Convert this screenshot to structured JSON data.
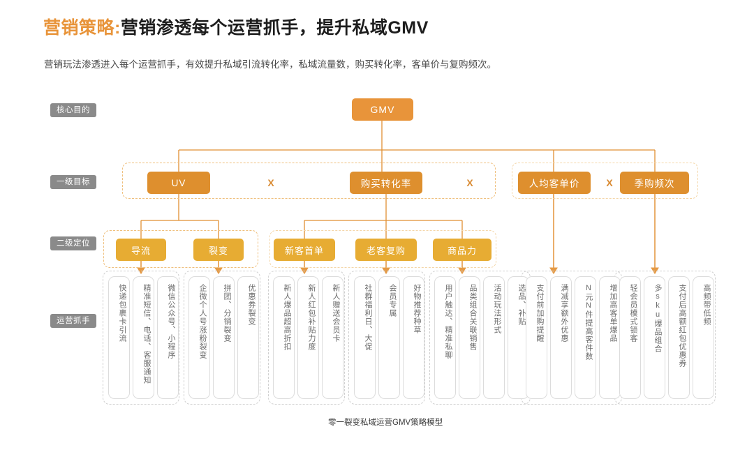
{
  "header": {
    "title_accent": "营销策略:",
    "title_main": "营销渗透每个运营抓手，提升私域GMV",
    "subtitle": "营销玩法渗透进入每个运营抓手，有效提升私域引流转化率，私域流量数，购买转化率，客单价与复购频次。"
  },
  "row_labels": [
    {
      "label": "核心目的"
    },
    {
      "label": "一级目标"
    },
    {
      "label": "二级定位"
    },
    {
      "label": "运营抓手"
    }
  ],
  "root": {
    "label": "GMV"
  },
  "multipliers": {
    "m1": "X",
    "m2": "X",
    "m3": "X"
  },
  "level1": [
    {
      "label": "UV"
    },
    {
      "label": "购买转化率"
    },
    {
      "label": "人均客单价"
    },
    {
      "label": "季购频次"
    }
  ],
  "level2": [
    {
      "label": "导流"
    },
    {
      "label": "裂变"
    },
    {
      "label": "新客首单"
    },
    {
      "label": "老客复购"
    },
    {
      "label": "商品力"
    }
  ],
  "tactics": [
    {
      "group": "导流",
      "items": [
        "快递包裹卡引流",
        "精准短信、电话、客服通知",
        "微信公众号、小程序"
      ]
    },
    {
      "group": "裂变",
      "items": [
        "企微个人号涨粉裂变",
        "拼团、分销裂变",
        "优惠券裂变"
      ]
    },
    {
      "group": "新客首单",
      "items": [
        "新人爆品超高折扣",
        "新人红包补贴力度",
        "新人赠送会员卡"
      ]
    },
    {
      "group": "老客复购",
      "items": [
        "社群福利日、大促",
        "会员专属",
        "好物推荐种草"
      ]
    },
    {
      "group": "商品力",
      "items": [
        "用户触达、精准私聊",
        "品类组合关联销售",
        "活动玩法形式",
        "选品、补贴"
      ]
    },
    {
      "group": "人均客单价",
      "items": [
        "支付前加购提醒",
        "满减享额外优惠",
        "N元N件提高客件数",
        "增加高客单爆品"
      ]
    },
    {
      "group": "季购频次",
      "items": [
        "轻会员模式锁客",
        "多sku爆品组合",
        "支付后高额红包优惠券",
        "高频带低频"
      ]
    }
  ],
  "footer": {
    "caption": "零一裂变私域运营GMV策略模型"
  },
  "colors": {
    "accent": "#E8943A",
    "level1_box": "#DE8F2E",
    "level2_box": "#E7AC33",
    "row_label_bg": "#8A8A8A",
    "wire": "#E08F33",
    "frame_dashed": "#EFBF7C",
    "chip_border": "#DCDCDC"
  }
}
